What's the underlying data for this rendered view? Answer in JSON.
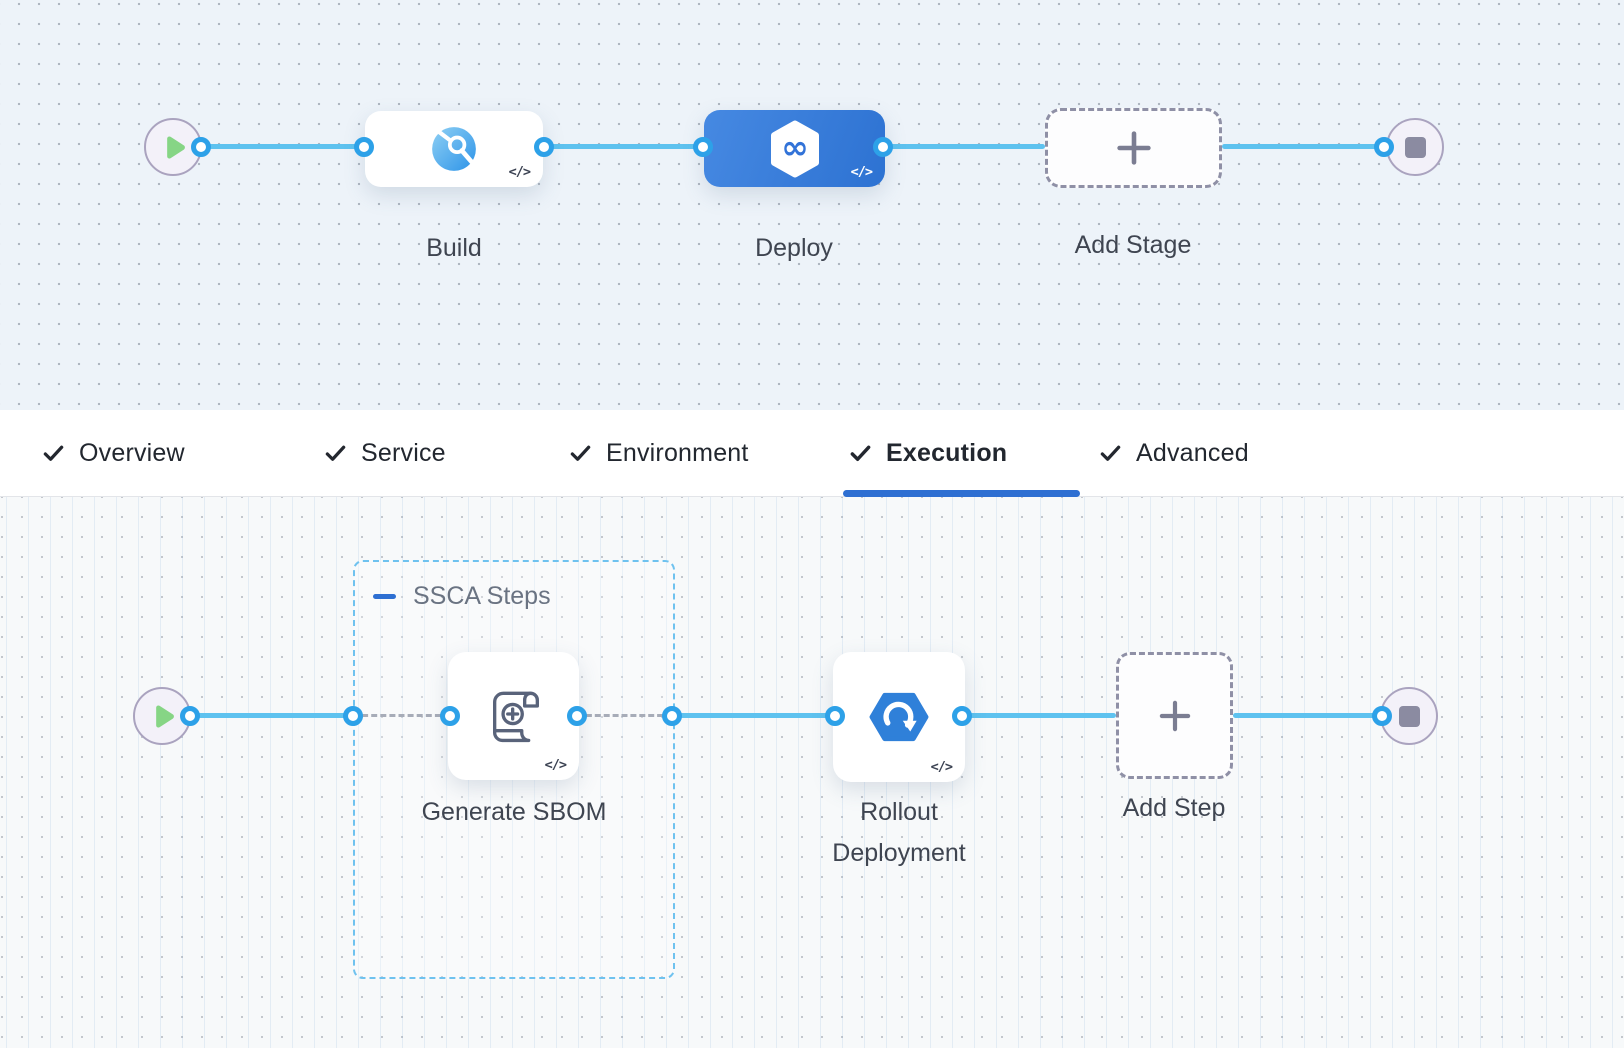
{
  "stage_pipeline": {
    "stages": [
      {
        "label": "Build",
        "icon": "ci-build-icon",
        "selected": false
      },
      {
        "label": "Deploy",
        "icon": "cd-deploy-icon",
        "selected": true
      },
      {
        "label": "Add Stage",
        "icon": "plus-icon",
        "type": "add-button"
      }
    ]
  },
  "badges": {
    "code": "</>"
  },
  "tabs": [
    {
      "label": "Overview",
      "checked": true,
      "active": false
    },
    {
      "label": "Service",
      "checked": true,
      "active": false
    },
    {
      "label": "Environment",
      "checked": true,
      "active": false
    },
    {
      "label": "Execution",
      "checked": true,
      "active": true
    },
    {
      "label": "Advanced",
      "checked": true,
      "active": false
    }
  ],
  "execution_pipeline": {
    "group": {
      "label": "SSCA Steps",
      "collapse_icon": "minus-icon"
    },
    "steps": [
      {
        "label": "Generate SBOM",
        "icon": "sbom-scroll-icon",
        "in_group": true
      },
      {
        "label": "Rollout Deployment",
        "icon": "rollout-icon",
        "in_group": false
      },
      {
        "label": "Add Step",
        "icon": "plus-icon",
        "type": "add-button"
      }
    ]
  },
  "colors": {
    "accent_blue": "#2e6fd2",
    "connector_blue": "#5ec2ef",
    "port_ring_blue": "#2da1e8",
    "selected_stage_gradient": [
      "#4689e2",
      "#2d72d2"
    ],
    "group_border_blue": "#6fc2ef",
    "play_green": "#86d585",
    "end_node_gray": "#8b8ba1",
    "canvas_top_bg": "#edf3f9",
    "canvas_bottom_bg": "#f7f9fa"
  }
}
